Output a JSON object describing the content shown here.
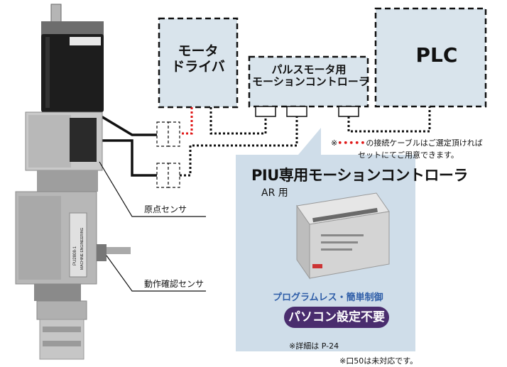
{
  "blocks": {
    "motor_driver": [
      "モータ",
      "ドライバ"
    ],
    "motion_controller": [
      "パルスモータ用",
      "モーションコントローラ"
    ],
    "plc": "PLC"
  },
  "sensor_labels": {
    "origin": "原点センサ",
    "confirm": "動作確認センサ"
  },
  "cable_note": {
    "prefix": "※",
    "line1": "の接続ケーブルはご選定頂ければ",
    "line2": "セットにてご用意できます。"
  },
  "product_panel": {
    "title": "PIU専用モーションコントローラ",
    "subtitle": "AR 用",
    "feature": "プログラムレス・簡単制御",
    "badge": "パソコン設定不要",
    "detail_note": "※詳細は P-24"
  },
  "actuator_plate": {
    "model": "PU2808-1",
    "maker": "MACHINE ENGINEERING"
  },
  "footnote": "※口50は未対応です。",
  "colors": {
    "block_fill": "#d9e4ec",
    "panel_fill": "#cfdde9",
    "cable_red": "#e01818",
    "badge": "#4a2d6e",
    "feature_text": "#2f5ea8"
  }
}
